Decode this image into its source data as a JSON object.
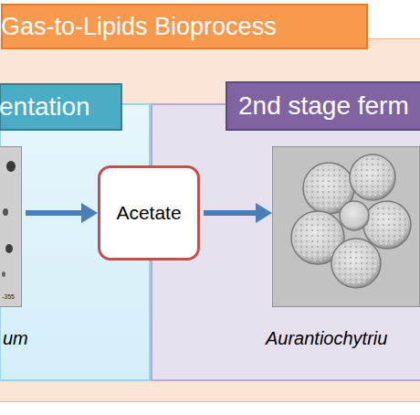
{
  "diagram": {
    "nodes": [
      {
        "text": [
          "Gas-to-Lipids Bioprocess"
        ]
      },
      {
        "text": [
          "entation",
          "um"
        ],
        "in": 0
      },
      {
        "text": [
          "Acetate"
        ],
        "in": 0
      },
      {
        "text": [
          "2nd stage ferm",
          "Aurantiochytriu"
        ],
        "in": 0
      }
    ],
    "edges": [
      {
        "from": 1,
        "to": 2,
        "arrow": "to"
      },
      {
        "from": 2,
        "to": 3,
        "arrow": "to"
      }
    ],
    "labels": [
      "-355"
    ]
  }
}
